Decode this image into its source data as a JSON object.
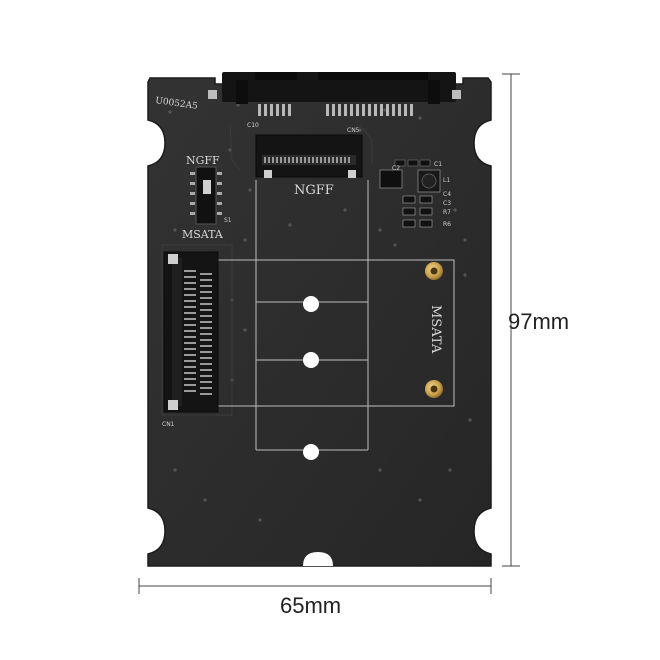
{
  "dimensions": {
    "width_label": "65mm",
    "height_label": "97mm"
  },
  "board": {
    "silkscreen": {
      "ngff_switch_top": "NGFF",
      "msata_switch_bottom": "MSATA",
      "ngff_slot": "NGFF",
      "msata_mount": "MSATA",
      "top_left_code": "U0052A5",
      "c10": "C10",
      "cn5": "CN5",
      "cn1": "CN1",
      "switch_ref": "S1",
      "comp_labels": [
        "C2",
        "C1",
        "L1",
        "C4",
        "C3",
        "R7",
        "R6"
      ]
    },
    "colors": {
      "pcb": "#2b2b2b",
      "pcb_edge": "#1c1c1c",
      "silkscreen": "#d0d0d0",
      "brass": "#c9a04a",
      "connector_black": "#111111"
    }
  }
}
